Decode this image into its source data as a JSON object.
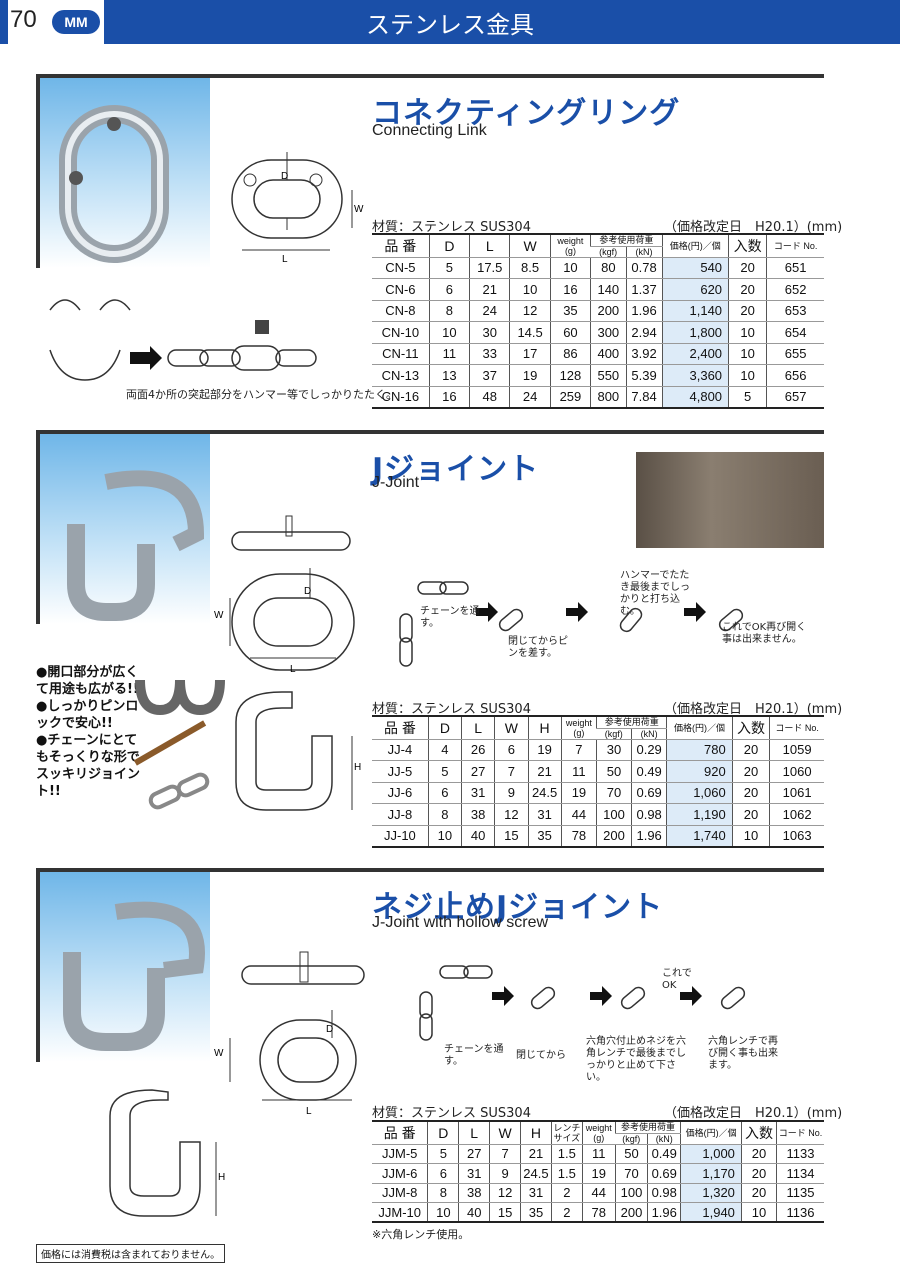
{
  "header": {
    "page_number": "70",
    "logo": "MM",
    "title": "ステンレス金具"
  },
  "sections": [
    {
      "title": "コネクティングリング",
      "subtitle": "Connecting Link",
      "material": "材質：ステンレス SUS304",
      "revision": "（価格改定日　H20.1）(mm)",
      "diagram_labels": {
        "d": "D",
        "w": "W",
        "l": "L"
      },
      "instruction": "両面4か所の突起部分をハンマー等でしっかりたたく。",
      "columns": [
        "品 番",
        "D",
        "L",
        "W",
        "weight (g)",
        "(kgf)",
        "(kN)",
        "価格(円)／個",
        "入数",
        "コード No."
      ],
      "header_group": "参考使用荷重",
      "rows": [
        [
          "CN-5",
          "5",
          "17.5",
          "8.5",
          "10",
          "80",
          "0.78",
          "540",
          "20",
          "651"
        ],
        [
          "CN-6",
          "6",
          "21",
          "10",
          "16",
          "140",
          "1.37",
          "620",
          "20",
          "652"
        ],
        [
          "CN-8",
          "8",
          "24",
          "12",
          "35",
          "200",
          "1.96",
          "1,140",
          "20",
          "653"
        ],
        [
          "CN-10",
          "10",
          "30",
          "14.5",
          "60",
          "300",
          "2.94",
          "1,800",
          "10",
          "654"
        ],
        [
          "CN-11",
          "11",
          "33",
          "17",
          "86",
          "400",
          "3.92",
          "2,400",
          "10",
          "655"
        ],
        [
          "CN-13",
          "13",
          "37",
          "19",
          "128",
          "550",
          "5.39",
          "3,360",
          "10",
          "656"
        ],
        [
          "CN-16",
          "16",
          "48",
          "24",
          "259",
          "800",
          "7.84",
          "4,800",
          "5",
          "657"
        ]
      ]
    },
    {
      "title": "Jジョイント",
      "subtitle": "J-Joint",
      "material": "材質：ステンレス SUS304",
      "revision": "（価格改定日　H20.1）(mm)",
      "diagram_labels": {
        "d": "D",
        "w": "W",
        "l": "L",
        "h": "H"
      },
      "steps": [
        "チェーンを通す。",
        "閉じてからピンを差す。",
        "ハンマーでたたき最後までしっかりと打ち込む。",
        "これでOK再び開く事は出来ません。"
      ],
      "features": [
        "●開口部分が広くて用途も広がる!!",
        "●しっかりピンロックで安心!!",
        "●チェーンにとてもそっくりな形でスッキリジョイント!!"
      ],
      "columns": [
        "品 番",
        "D",
        "L",
        "W",
        "H",
        "weight (g)",
        "(kgf)",
        "(kN)",
        "価格(円)／個",
        "入数",
        "コード No."
      ],
      "header_group": "参考使用荷重",
      "rows": [
        [
          "JJ-4",
          "4",
          "26",
          "6",
          "19",
          "7",
          "30",
          "0.29",
          "780",
          "20",
          "1059"
        ],
        [
          "JJ-5",
          "5",
          "27",
          "7",
          "21",
          "11",
          "50",
          "0.49",
          "920",
          "20",
          "1060"
        ],
        [
          "JJ-6",
          "6",
          "31",
          "9",
          "24.5",
          "19",
          "70",
          "0.69",
          "1,060",
          "20",
          "1061"
        ],
        [
          "JJ-8",
          "8",
          "38",
          "12",
          "31",
          "44",
          "100",
          "0.98",
          "1,190",
          "20",
          "1062"
        ],
        [
          "JJ-10",
          "10",
          "40",
          "15",
          "35",
          "78",
          "200",
          "1.96",
          "1,740",
          "10",
          "1063"
        ]
      ]
    },
    {
      "title": "ネジ止めJジョイント",
      "subtitle": "J-Joint with hollow screw",
      "material": "材質：ステンレス SUS304",
      "revision": "（価格改定日　H20.1）(mm)",
      "diagram_labels": {
        "d": "D",
        "w": "W",
        "l": "L",
        "h": "H"
      },
      "steps": [
        "チェーンを通す。",
        "閉じてから",
        "六角穴付止めネジを六角レンチで最後までしっかりと止めて下さい。",
        "これでOK",
        "六角レンチで再び開く事も出来ます。"
      ],
      "columns": [
        "品 番",
        "D",
        "L",
        "W",
        "H",
        "レンチ サイズ",
        "weight (g)",
        "(kgf)",
        "(kN)",
        "価格(円)／個",
        "入数",
        "コード No."
      ],
      "header_group": "参考使用荷重",
      "rows": [
        [
          "JJM-5",
          "5",
          "27",
          "7",
          "21",
          "1.5",
          "11",
          "50",
          "0.49",
          "1,000",
          "20",
          "1133"
        ],
        [
          "JJM-6",
          "6",
          "31",
          "9",
          "24.5",
          "1.5",
          "19",
          "70",
          "0.69",
          "1,170",
          "20",
          "1134"
        ],
        [
          "JJM-8",
          "8",
          "38",
          "12",
          "31",
          "2",
          "44",
          "100",
          "0.98",
          "1,320",
          "20",
          "1135"
        ],
        [
          "JJM-10",
          "10",
          "40",
          "15",
          "35",
          "2",
          "78",
          "200",
          "1.96",
          "1,940",
          "10",
          "1136"
        ]
      ],
      "note": "※六角レンチ使用。"
    }
  ],
  "footer": "価格には消費税は含まれておりません。",
  "colors": {
    "brand_blue": "#1a4fa8",
    "price_bg": "#ddebf8"
  }
}
